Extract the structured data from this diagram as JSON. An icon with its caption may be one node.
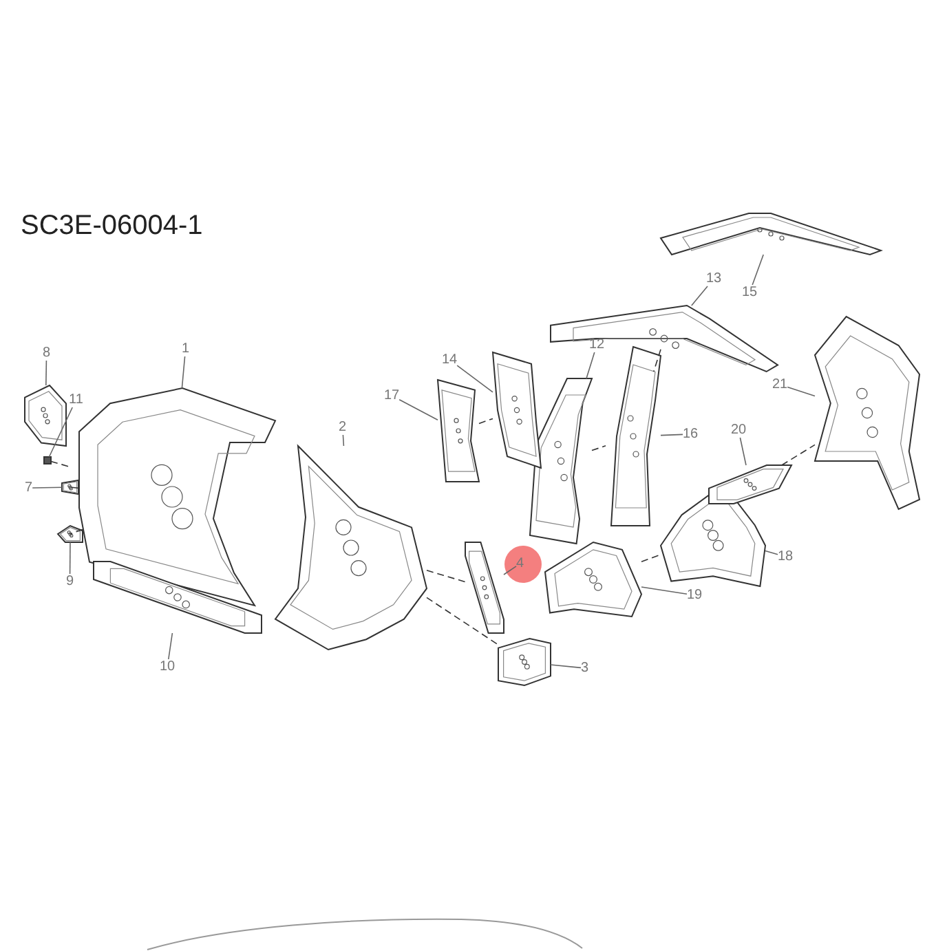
{
  "diagram": {
    "nodes": [
      {
        "text": [
          "1"
        ]
      },
      {
        "text": [],
        "shape": "picture"
      },
      {
        "text": [
          "2"
        ]
      },
      {
        "text": [],
        "shape": "picture"
      },
      {
        "text": [
          "3"
        ]
      },
      {
        "text": [],
        "shape": "picture"
      },
      {
        "text": [
          "4"
        ]
      },
      {
        "text": [],
        "shape": "picture"
      },
      {
        "text": [
          "7"
        ]
      },
      {
        "text": [],
        "shape": "picture"
      },
      {
        "text": [
          "8"
        ]
      },
      {
        "text": [],
        "shape": "picture"
      },
      {
        "text": [
          "9"
        ]
      },
      {
        "text": [],
        "shape": "picture"
      },
      {
        "text": [
          "10"
        ]
      },
      {
        "text": [],
        "shape": "picture"
      },
      {
        "text": [
          "11"
        ]
      },
      {
        "text": [],
        "shape": "box"
      },
      {
        "text": [
          "12"
        ]
      },
      {
        "text": [],
        "shape": "picture"
      },
      {
        "text": [
          "13"
        ]
      },
      {
        "text": [],
        "shape": "picture"
      },
      {
        "text": [
          "14"
        ]
      },
      {
        "text": [],
        "shape": "picture"
      },
      {
        "text": [
          "15"
        ]
      },
      {
        "text": [],
        "shape": "picture"
      },
      {
        "text": [
          "16"
        ]
      },
      {
        "text": [],
        "shape": "picture"
      },
      {
        "text": [
          "17"
        ]
      },
      {
        "text": [],
        "shape": "picture"
      },
      {
        "text": [
          "18"
        ]
      },
      {
        "text": [],
        "shape": "picture"
      },
      {
        "text": [
          "19"
        ]
      },
      {
        "text": [],
        "shape": "picture"
      },
      {
        "text": [
          "20"
        ]
      },
      {
        "text": [],
        "shape": "picture"
      },
      {
        "text": [
          "21"
        ]
      },
      {
        "text": [],
        "shape": "picture"
      }
    ],
    "edges": [
      {
        "from": 0,
        "to": 1,
        "arrow": "none"
      },
      {
        "from": 2,
        "to": 3,
        "arrow": "none"
      },
      {
        "from": 4,
        "to": 5,
        "arrow": "none"
      },
      {
        "from": 6,
        "to": 7,
        "arrow": "none"
      },
      {
        "from": 8,
        "to": 9,
        "arrow": "none"
      },
      {
        "from": 10,
        "to": 11,
        "arrow": "none"
      },
      {
        "from": 12,
        "to": 13,
        "arrow": "none"
      },
      {
        "from": 14,
        "to": 15,
        "arrow": "none"
      },
      {
        "from": 16,
        "to": 17,
        "arrow": "none"
      },
      {
        "from": 18,
        "to": 19,
        "arrow": "none"
      },
      {
        "from": 20,
        "to": 21,
        "arrow": "none"
      },
      {
        "from": 22,
        "to": 23,
        "arrow": "none"
      },
      {
        "from": 24,
        "to": 25,
        "arrow": "none"
      },
      {
        "from": 26,
        "to": 27,
        "arrow": "none"
      },
      {
        "from": 28,
        "to": 29,
        "arrow": "none"
      },
      {
        "from": 30,
        "to": 31,
        "arrow": "none"
      },
      {
        "from": 32,
        "to": 33,
        "arrow": "none"
      },
      {
        "from": 34,
        "to": 35,
        "arrow": "none"
      },
      {
        "from": 36,
        "to": 37,
        "arrow": "none"
      },
      {
        "from": 17,
        "to": 1,
        "arrow": "none",
        "style": "dashed"
      },
      {
        "from": 9,
        "to": 1,
        "arrow": "none",
        "style": "dashed"
      },
      {
        "from": 13,
        "to": 1,
        "arrow": "none",
        "style": "dashed"
      },
      {
        "from": 29,
        "to": 23,
        "arrow": "none",
        "style": "dashed"
      },
      {
        "from": 3,
        "to": 7,
        "arrow": "none",
        "style": "dashed"
      },
      {
        "from": 3,
        "to": 5,
        "arrow": "none",
        "style": "dashed"
      },
      {
        "from": 19,
        "to": 27,
        "arrow": "none",
        "style": "dashed"
      },
      {
        "from": 27,
        "to": 21,
        "arrow": "none",
        "style": "dashed"
      },
      {
        "from": 35,
        "to": 37,
        "arrow": "none",
        "style": "dashed"
      },
      {
        "from": 33,
        "to": 31,
        "arrow": "none",
        "style": "dashed"
      }
    ],
    "labels": [
      "SC3E-06004-1"
    ]
  }
}
